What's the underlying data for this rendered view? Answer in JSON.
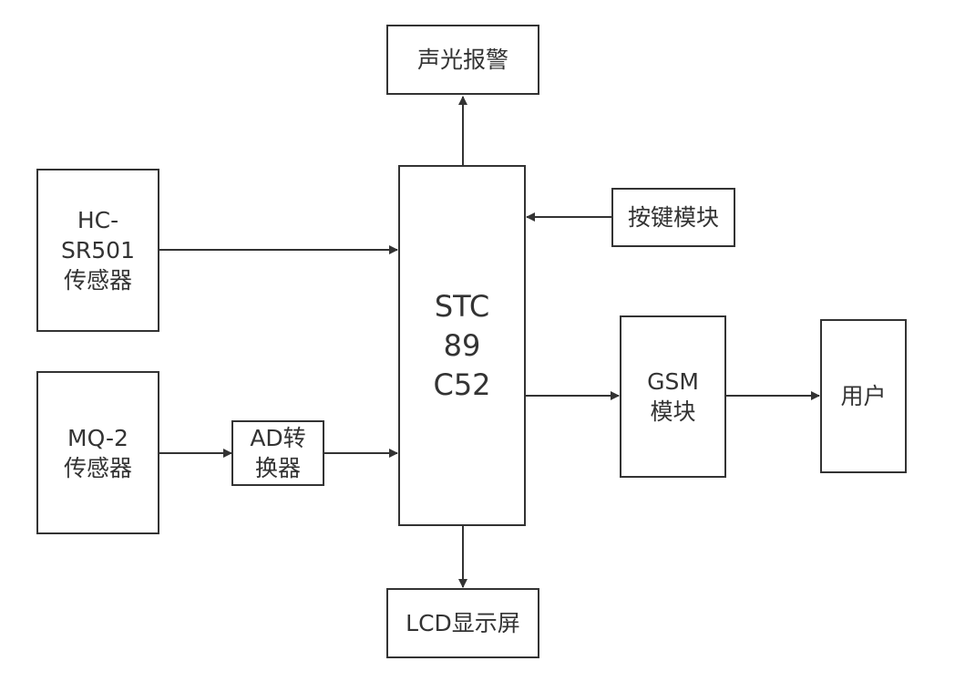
{
  "diagram": {
    "stroke_color": "#333333",
    "nodes": {
      "alarm": {
        "label": "声光报警"
      },
      "pir": {
        "label": "HC-\nSR501\n传感器"
      },
      "mcu": {
        "label": "STC\n89\nC52"
      },
      "keys": {
        "label": "按键模块"
      },
      "mq2": {
        "label": "MQ-2\n传感器"
      },
      "adc": {
        "label": "AD转\n换器"
      },
      "gsm": {
        "label": "GSM\n模块"
      },
      "user": {
        "label": "用户"
      },
      "lcd": {
        "label": "LCD显示屏"
      }
    },
    "edges": [
      {
        "from": "mcu",
        "to": "alarm"
      },
      {
        "from": "pir",
        "to": "mcu"
      },
      {
        "from": "keys",
        "to": "mcu"
      },
      {
        "from": "mq2",
        "to": "adc"
      },
      {
        "from": "adc",
        "to": "mcu"
      },
      {
        "from": "mcu",
        "to": "gsm"
      },
      {
        "from": "gsm",
        "to": "user"
      },
      {
        "from": "mcu",
        "to": "lcd"
      }
    ]
  }
}
